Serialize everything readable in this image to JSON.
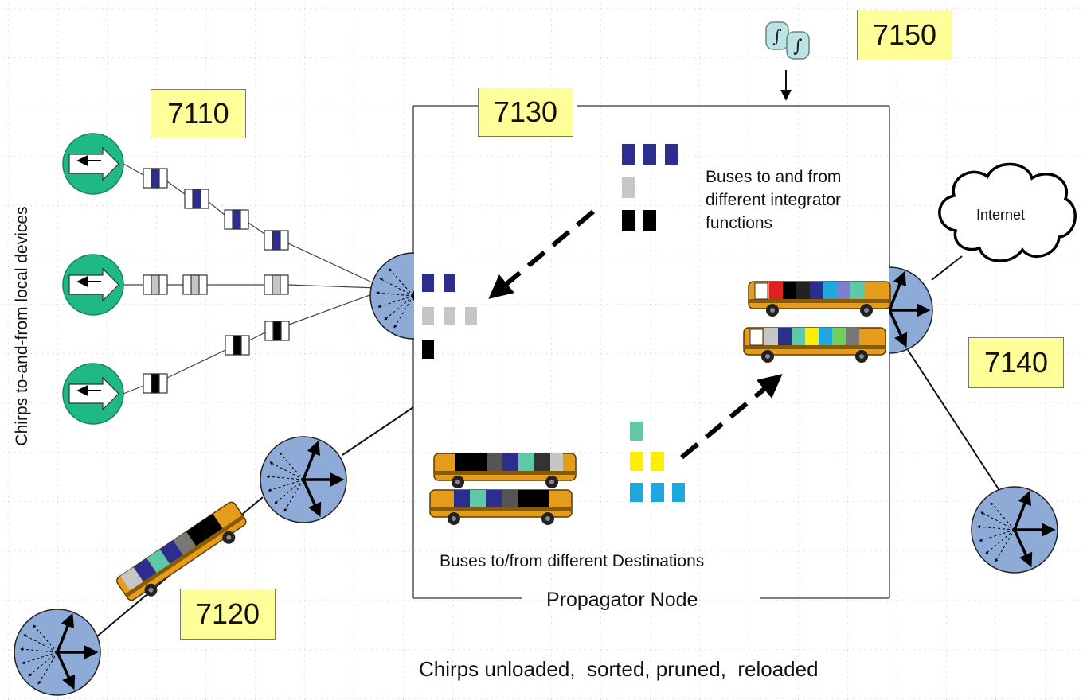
{
  "refs": {
    "r7110": "7110",
    "r7120": "7120",
    "r7130": "7130",
    "r7140": "7140",
    "r7150": "7150"
  },
  "labels": {
    "side": "Chirps to-and-from local devices",
    "integrator": [
      "Buses to and from",
      "different integrator",
      "functions"
    ],
    "internet": "Internet",
    "destinations": "Buses to/from different Destinations",
    "node": "Propagator Node",
    "bottom": "Chirps unloaded,  sorted, pruned,  reloaded"
  },
  "icons": {
    "device": "bidirectional-arrow-icon",
    "router": "router-hub-icon",
    "cloud": "cloud-icon",
    "bus": "bus-icon",
    "integrator": "integrator-function-icon"
  },
  "colors": {
    "device": "#1fb887",
    "router": "#8eaad6",
    "navy": "#2b2e8f",
    "gray": "#c6c6c6",
    "black": "#000000",
    "teal": "#5ec8a8",
    "yellow": "#ffee00",
    "cyan": "#1fa8e0",
    "bus": "#e59c1a",
    "callout": "#ffff99"
  }
}
